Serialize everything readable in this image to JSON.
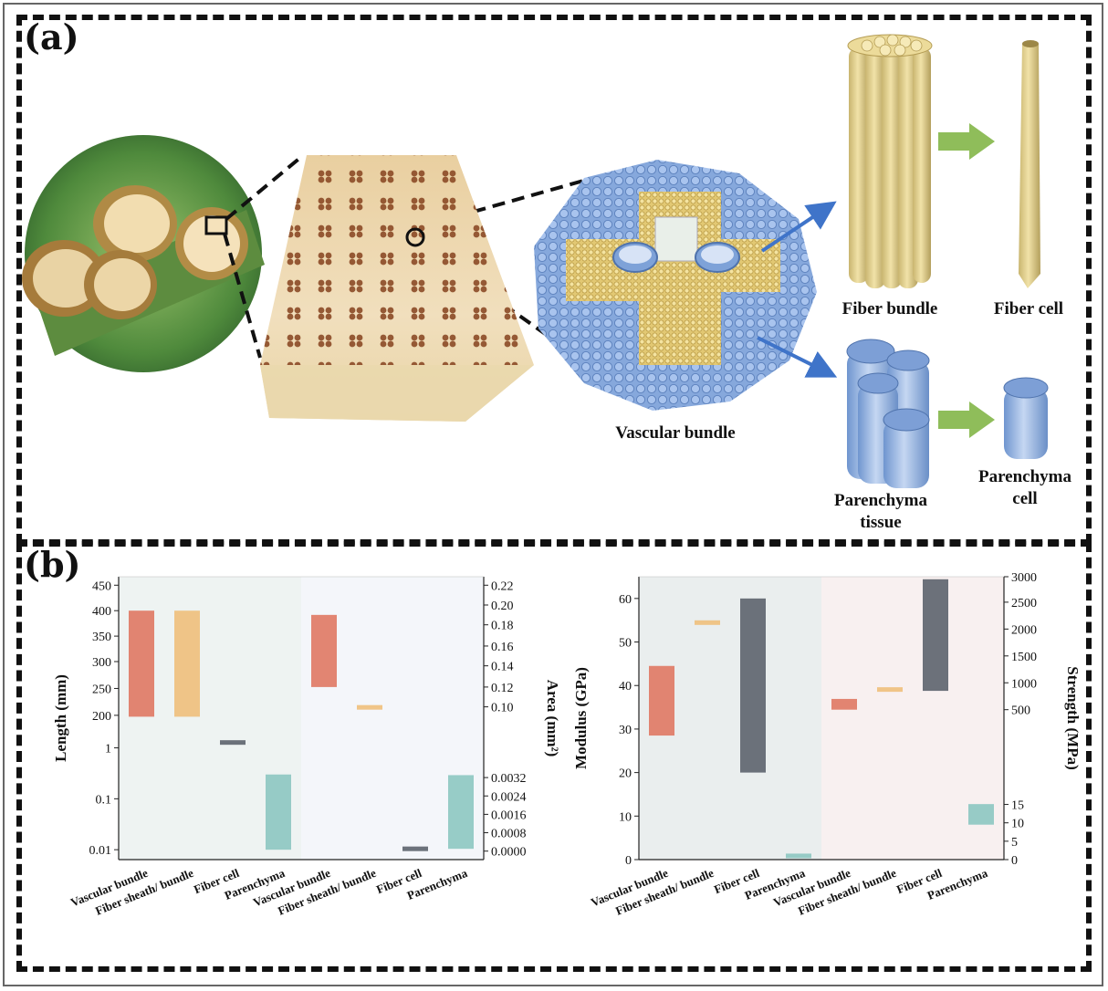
{
  "panels": {
    "a": {
      "tag": "(a)"
    },
    "b": {
      "tag": "(b)"
    }
  },
  "schematic": {
    "vascular_bundle": "Vascular bundle",
    "fiber_bundle": "Fiber bundle",
    "fiber_cell": "Fiber cell",
    "parenchyma_tissue_line1": "Parenchyma",
    "parenchyma_tissue_line2": "tissue",
    "parenchyma_cell_line1": "Parenchyma",
    "parenchyma_cell_line2": "cell"
  },
  "colors": {
    "vascular": "#e07b66",
    "fiber_sheath": "#efc07e",
    "fiber_cell": "#5f6670",
    "parenchyma": "#8ec8c2",
    "fiber_yellow": "#e7d596",
    "parenchyma_blue": "#9ab9e3",
    "arrow_blue": "#3f74c9",
    "arrow_green": "#8fbd5a"
  },
  "chart_data": [
    {
      "type": "bar",
      "subtype": "floating-range",
      "categories": [
        "Vascular bundle",
        "Fiber sheath/ bundle",
        "Fiber cell",
        "Parenchyma",
        "Vascular bundle",
        "Fiber sheath/ bundle",
        "Fiber cell",
        "Parenchyma"
      ],
      "ylabel": "Length (mm)",
      "y2label": "Area (mm²)",
      "y_ticks": [
        "0.01",
        "0.1",
        "1",
        "200",
        "250",
        "300",
        "350",
        "400",
        "450"
      ],
      "y2_ticks": [
        "0.0000",
        "0.0008",
        "0.0016",
        "0.0024",
        "0.0032",
        "0.10",
        "0.12",
        "0.14",
        "0.16",
        "0.18",
        "0.20",
        "0.22"
      ],
      "series": [
        {
          "axis": "left",
          "values": [
            [
              160,
              400
            ],
            [
              160,
              400
            ],
            [
              2.3,
              2.5
            ],
            [
              0.009,
              0.3
            ],
            null,
            null,
            null,
            null
          ]
        },
        {
          "axis": "right",
          "values": [
            null,
            null,
            null,
            null,
            [
              0.12,
              0.19
            ],
            [
              0.095,
              0.1
            ],
            [
              0.0,
              0.0002
            ],
            [
              0.0001,
              0.0036
            ]
          ]
        }
      ],
      "grid": false,
      "shading": [
        {
          "from": 0,
          "to": 3,
          "color": "#eef3f2"
        },
        {
          "from": 4,
          "to": 7,
          "color": "#f4f6fa"
        }
      ]
    },
    {
      "type": "bar",
      "subtype": "floating-range",
      "categories": [
        "Vascular bundle",
        "Fiber sheath/ bundle",
        "Fiber cell",
        "Parenchyma",
        "Vascular bundle",
        "Fiber sheath/ bundle",
        "Fiber cell",
        "Parenchyma"
      ],
      "ylabel": "Modulus (GPa)",
      "y2label": "Strength (MPa)",
      "ylim": [
        0,
        65
      ],
      "y_ticks": [
        "0",
        "10",
        "20",
        "30",
        "40",
        "50",
        "60"
      ],
      "y2_ticks": [
        "0",
        "5",
        "10",
        "15",
        "500",
        "1000",
        "1500",
        "2000",
        "2500",
        "3000"
      ],
      "series": [
        {
          "axis": "left",
          "values": [
            [
              28.5,
              44.5
            ],
            [
              54.2,
              54.7
            ],
            [
              20,
              60
            ],
            [
              0.7,
              1.0
            ],
            null,
            null,
            null,
            null
          ]
        },
        {
          "axis": "right",
          "values": [
            null,
            null,
            null,
            null,
            [
              500,
              700
            ],
            [
              860,
              890
            ],
            [
              850,
              2950
            ],
            [
              9.5,
              15.2
            ]
          ]
        }
      ],
      "grid": false,
      "shading": [
        {
          "from": 0,
          "to": 3,
          "color": "#eaeeee"
        },
        {
          "from": 4,
          "to": 7,
          "color": "#f8f0f0"
        }
      ]
    }
  ]
}
